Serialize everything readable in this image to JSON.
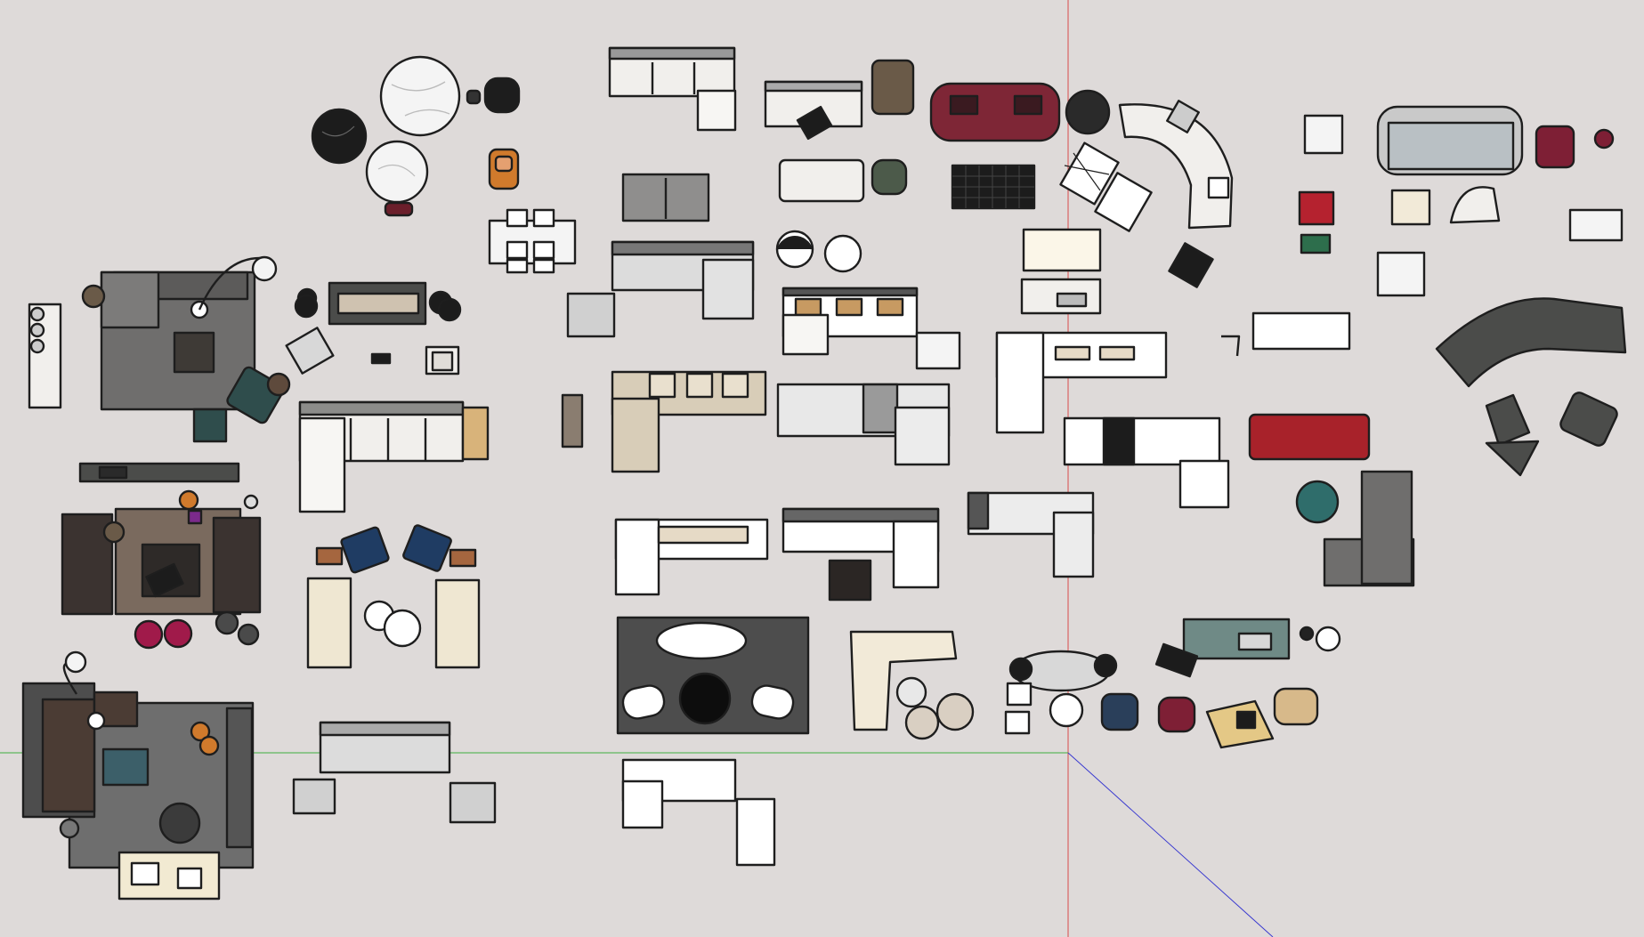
{
  "app": {
    "view": "top",
    "colors": {
      "background": "#dedad9",
      "outline": "#1e1e1e",
      "axis_red": "#d84a4a",
      "axis_green": "#3fae3f",
      "axis_blue": "#3a3ad0",
      "sofa_white": "#f1efec",
      "sofa_gray": "#6f6e6d",
      "sofa_dark": "#4b4c4a",
      "sofa_beige": "#d8cdb8",
      "sofa_red": "#a8222a",
      "sofa_burgundy": "#7e2636",
      "rug_brown": "#7a6a5e",
      "rug_dark": "#4d4d4d",
      "teal": "#2f6d6b",
      "navy": "#1f3c63",
      "orange": "#d07a2c",
      "magenta": "#a01a4a",
      "marble_white": "#f4f4f4",
      "marble_black": "#1c1c1c"
    }
  },
  "model": {
    "components": [
      {
        "name": "marble-round-table-white-large",
        "kind": "table",
        "color": "marble_white"
      },
      {
        "name": "marble-round-table-black",
        "kind": "table",
        "color": "marble_black"
      },
      {
        "name": "marble-round-table-white-small",
        "kind": "table",
        "color": "marble_white"
      },
      {
        "name": "black-lounge-chair",
        "kind": "chair",
        "color": "marble_black"
      },
      {
        "name": "orange-armchair",
        "kind": "chair",
        "color": "orange"
      },
      {
        "name": "dining-set-white",
        "kind": "table",
        "color": "sofa_white"
      },
      {
        "name": "living-set-gray-lamp",
        "kind": "group",
        "color": "sofa_gray"
      },
      {
        "name": "bookshelf-column",
        "kind": "cabinet",
        "color": "sofa_white"
      },
      {
        "name": "console-with-stools",
        "kind": "cabinet",
        "color": "sofa_dark"
      },
      {
        "name": "white-corner-sofa-wood-end",
        "kind": "sofa",
        "color": "sofa_white"
      },
      {
        "name": "tv-console-dark",
        "kind": "cabinet",
        "color": "sofa_dark"
      },
      {
        "name": "living-set-brown-rug",
        "kind": "group",
        "color": "rug_brown"
      },
      {
        "name": "navy-chairs-pair",
        "kind": "chair",
        "color": "navy"
      },
      {
        "name": "beige-sofas-round-tables",
        "kind": "group",
        "color": "sofa_beige"
      },
      {
        "name": "living-set-dark-lamp",
        "kind": "group",
        "color": "rug_dark"
      },
      {
        "name": "gray-sofa-bottom",
        "kind": "sofa",
        "color": "sofa_white"
      },
      {
        "name": "white-l-sofa-top",
        "kind": "sofa",
        "color": "sofa_white"
      },
      {
        "name": "white-sofa-with-chairs",
        "kind": "sofa",
        "color": "sofa_white"
      },
      {
        "name": "gray-three-seat-sofa",
        "kind": "sofa",
        "color": "sofa_gray"
      },
      {
        "name": "loveseat-white",
        "kind": "sofa",
        "color": "sofa_white"
      },
      {
        "name": "gray-l-sofa-mid",
        "kind": "sofa",
        "color": "sofa_white"
      },
      {
        "name": "round-chairs-pair",
        "kind": "chair",
        "color": "sofa_white"
      },
      {
        "name": "white-sofa-wood-cushions",
        "kind": "sofa",
        "color": "sofa_white"
      },
      {
        "name": "beige-l-sofa",
        "kind": "sofa",
        "color": "sofa_beige"
      },
      {
        "name": "gray-corner-sofa-large",
        "kind": "sofa",
        "color": "sofa_white"
      },
      {
        "name": "white-sofa-long",
        "kind": "sofa",
        "color": "sofa_white"
      },
      {
        "name": "white-sofa-dark-cushions",
        "kind": "sofa",
        "color": "sofa_white"
      },
      {
        "name": "dining-rug-round-table",
        "kind": "group",
        "color": "rug_dark"
      },
      {
        "name": "white-u-sofa-bottom",
        "kind": "sofa",
        "color": "sofa_white"
      },
      {
        "name": "burgundy-chesterfield",
        "kind": "sofa",
        "color": "sofa_burgundy"
      },
      {
        "name": "curved-white-sofa",
        "kind": "sofa",
        "color": "sofa_white"
      },
      {
        "name": "lattice-chairs",
        "kind": "chair",
        "color": "marble_black"
      },
      {
        "name": "dark-grid-ottoman",
        "kind": "table",
        "color": "marble_black"
      },
      {
        "name": "white-daybed-set",
        "kind": "sofa",
        "color": "sofa_white"
      },
      {
        "name": "white-l-sofa-center",
        "kind": "sofa",
        "color": "sofa_white"
      },
      {
        "name": "white-sofa-black-gap",
        "kind": "sofa",
        "color": "sofa_white"
      },
      {
        "name": "white-sofa-gray-corner",
        "kind": "sofa",
        "color": "sofa_white"
      },
      {
        "name": "curved-beige-sofa",
        "kind": "sofa",
        "color": "sofa_beige"
      },
      {
        "name": "glass-table-chairs",
        "kind": "group",
        "color": "marble_black"
      },
      {
        "name": "teal-sofa-set",
        "kind": "group",
        "color": "teal"
      },
      {
        "name": "accent-chairs-cluster",
        "kind": "chair",
        "color": "magenta"
      },
      {
        "name": "gray-tufted-sofa",
        "kind": "sofa",
        "color": "sofa_white"
      },
      {
        "name": "red-velvet-sofa",
        "kind": "sofa",
        "color": "sofa_red"
      },
      {
        "name": "gray-l-sofa-right",
        "kind": "sofa",
        "color": "sofa_gray"
      },
      {
        "name": "dark-curved-sectional",
        "kind": "sofa",
        "color": "sofa_dark"
      },
      {
        "name": "white-armchairs-right",
        "kind": "chair",
        "color": "sofa_white"
      }
    ]
  }
}
